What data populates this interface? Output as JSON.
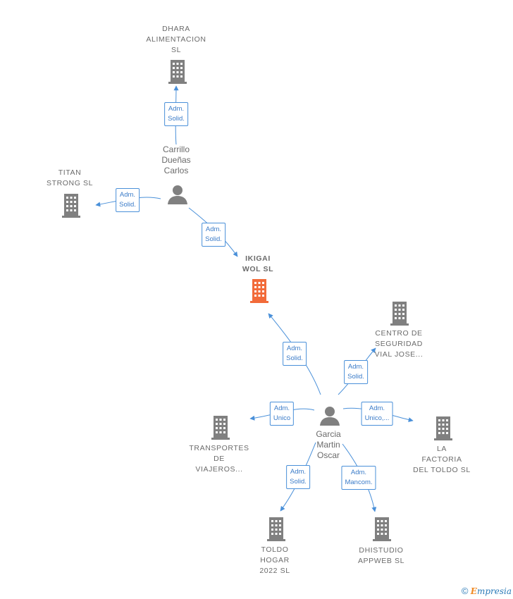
{
  "companies": {
    "dhara": [
      "DHARA",
      "ALIMENTACION",
      "SL"
    ],
    "titan": [
      "TITAN",
      "STRONG  SL"
    ],
    "ikigai": [
      "IKIGAI",
      "WOL  SL"
    ],
    "centro": [
      "CENTRO DE",
      "SEGURIDAD",
      "VIAL JOSE..."
    ],
    "transportes": [
      "TRANSPORTES",
      "DE",
      "VIAJEROS..."
    ],
    "factoria": [
      "LA",
      "FACTORIA",
      "DEL TOLDO  SL"
    ],
    "toldo": [
      "TOLDO",
      "HOGAR",
      "2022  SL"
    ],
    "dhistudio": [
      "DHISTUDIO",
      "APPWEB  SL"
    ]
  },
  "persons": {
    "carrillo": [
      "Carrillo",
      "Dueñas",
      "Carlos"
    ],
    "garcia": [
      "Garcia",
      "Martin",
      "Oscar"
    ]
  },
  "edges": {
    "carrillo_dhara": [
      "Adm.",
      "Solid."
    ],
    "carrillo_titan": [
      "Adm.",
      "Solid."
    ],
    "carrillo_ikigai": [
      "Adm.",
      "Solid."
    ],
    "garcia_ikigai": [
      "Adm.",
      "Solid."
    ],
    "garcia_centro": [
      "Adm.",
      "Solid."
    ],
    "garcia_transportes": [
      "Adm.",
      "Unico"
    ],
    "garcia_factoria": [
      "Adm.",
      "Unico,..."
    ],
    "garcia_toldo": [
      "Adm.",
      "Solid."
    ],
    "garcia_dhistudio": [
      "Adm.",
      "Mancom."
    ]
  },
  "footer": {
    "copyright": "©",
    "brand_initial": "E",
    "brand_rest": "mpresia"
  },
  "colors": {
    "edge": "#4a90d9",
    "building": "#808080",
    "focus_building": "#f26b3a",
    "person": "#808080"
  }
}
